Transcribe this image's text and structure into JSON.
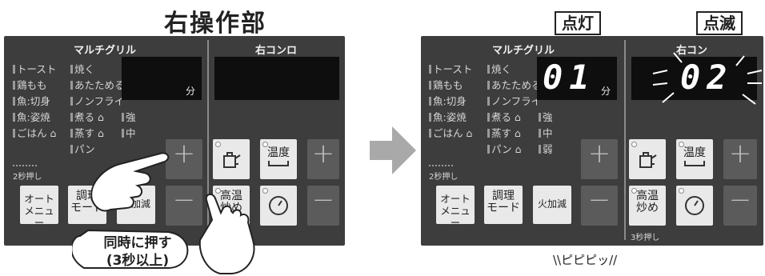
{
  "title": "右操作部",
  "left_panel": {
    "section_multigrill": "マルチグリル",
    "section_right_burner": "右コンロ",
    "menu_col1": [
      "トースト",
      "鶏もも",
      "魚:切身",
      "魚:姿焼",
      "ごはん"
    ],
    "menu_col2": [
      "焼く",
      "あたためる",
      "ノンフライ",
      "煮る",
      "蒸す",
      "パン"
    ],
    "heat_levels": [
      "強",
      "中"
    ],
    "hold2_label": "2秒押し",
    "display_unit": "分",
    "btn_plus": "+",
    "btn_minus": "−",
    "btn_auto_menu": "オート\nメニュー",
    "btn_cook_mode": "調理\nモード",
    "btn_heat_adjust": "火加減",
    "btn_temp": "温度",
    "btn_high_stirfry": "高温\n炒め",
    "press_note_line1": "同時に押す",
    "press_note_line2": "(3秒以上)"
  },
  "right_panel": {
    "label_on": "点灯",
    "label_blink": "点滅",
    "section_multigrill": "マルチグリル",
    "section_right_burner": "右コン",
    "display_left_value": "01",
    "display_right_value": "02",
    "display_unit": "分",
    "menu_col1": [
      "トースト",
      "鶏もも",
      "魚:切身",
      "魚:姿焼",
      "ごはん"
    ],
    "menu_col2": [
      "焼く",
      "あたためる",
      "ノンフライ",
      "煮る",
      "蒸す",
      "パン"
    ],
    "heat_levels": [
      "強",
      "中",
      "弱"
    ],
    "hold2_label": "2秒押し",
    "hold3_label": "3秒押し",
    "btn_plus": "+",
    "btn_minus": "−",
    "btn_auto_menu": "オート\nメニュー",
    "btn_cook_mode": "調理\nモード",
    "btn_heat_adjust": "火加減",
    "btn_temp": "温度",
    "btn_high_stirfry": "高温\n炒め",
    "beep": "ピピピッ"
  },
  "colors": {
    "panel": "#3d3d3d",
    "display": "#0e0e0e",
    "button_light": "#e9e9e9",
    "button_dark": "#5b5b5b",
    "arrow": "#a9a9a9"
  }
}
